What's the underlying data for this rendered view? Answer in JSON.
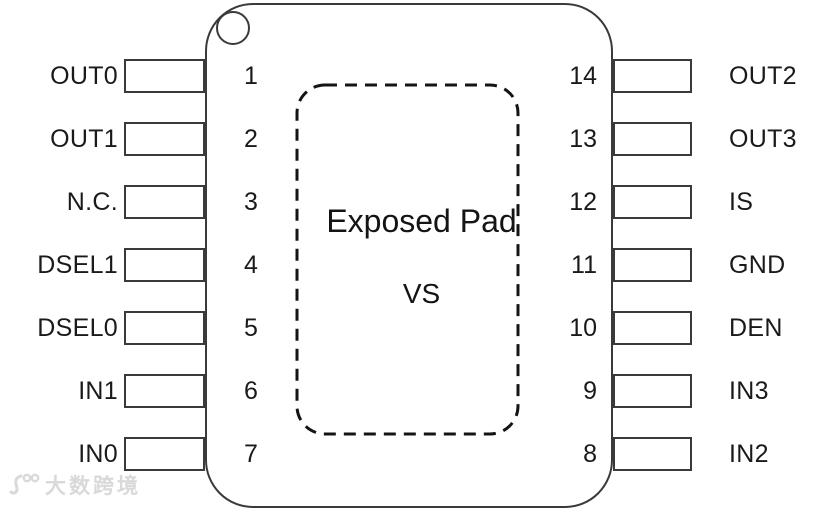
{
  "package": {
    "pad_label": "Exposed Pad",
    "pad_net": "VS"
  },
  "pins": {
    "left": [
      {
        "number": "1",
        "label": "OUT0"
      },
      {
        "number": "2",
        "label": "OUT1"
      },
      {
        "number": "3",
        "label": "N.C."
      },
      {
        "number": "4",
        "label": "DSEL1"
      },
      {
        "number": "5",
        "label": "DSEL0"
      },
      {
        "number": "6",
        "label": "IN1"
      },
      {
        "number": "7",
        "label": "IN0"
      }
    ],
    "right": [
      {
        "number": "14",
        "label": "OUT2"
      },
      {
        "number": "13",
        "label": "OUT3"
      },
      {
        "number": "12",
        "label": "IS"
      },
      {
        "number": "11",
        "label": "GND"
      },
      {
        "number": "10",
        "label": "DEN"
      },
      {
        "number": "9",
        "label": "IN3"
      },
      {
        "number": "8",
        "label": "IN2"
      }
    ]
  },
  "watermark": {
    "text": "大数跨境"
  },
  "colors": {
    "line": "#3a3a3a",
    "text": "#1a1a1a",
    "pad_dash": "#141414",
    "watermark": "#d9d9d9",
    "background": "#ffffff"
  }
}
